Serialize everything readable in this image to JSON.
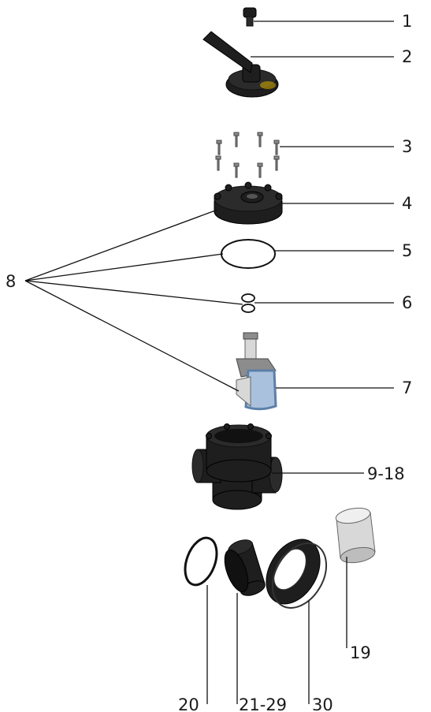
{
  "callouts": {
    "c1": "1",
    "c2": "2",
    "c3": "3",
    "c4": "4",
    "c5": "5",
    "c6": "6",
    "c7": "7",
    "c8": "8",
    "c9_18": "9-18",
    "c19": "19",
    "c20": "20",
    "c21_29": "21-29",
    "c30": "30"
  },
  "parts": [
    {
      "callout": "1",
      "icon": "knob-screw-icon"
    },
    {
      "callout": "2",
      "icon": "handle-lever-icon"
    },
    {
      "callout": "3",
      "icon": "screws-icon"
    },
    {
      "callout": "4",
      "icon": "valve-cover-icon"
    },
    {
      "callout": "5",
      "icon": "large-o-ring-icon"
    },
    {
      "callout": "6",
      "icon": "small-o-rings-icon"
    },
    {
      "callout": "7",
      "icon": "valve-rotor-icon"
    },
    {
      "callout": "8",
      "icon": "seal-kit-icon"
    },
    {
      "callout": "9-18",
      "icon": "valve-body-icon"
    },
    {
      "callout": "19",
      "icon": "adapter-sleeve-icon"
    },
    {
      "callout": "20",
      "icon": "union-o-ring-icon"
    },
    {
      "callout": "21-29",
      "icon": "union-tailpiece-icon"
    },
    {
      "callout": "30",
      "icon": "union-nut-icon"
    }
  ],
  "colors": {
    "part_dark": "#2b2b2b",
    "part_grey": "#8c8c8c",
    "rotor_blue": "#5b7fa8",
    "handle_accent": "#c9a400"
  }
}
